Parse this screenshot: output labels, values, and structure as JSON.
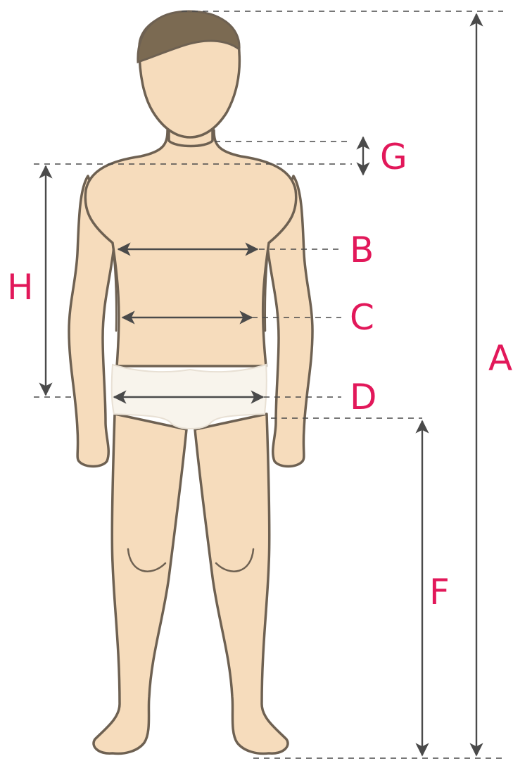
{
  "labels": {
    "A": "A",
    "B": "B",
    "C": "C",
    "D": "D",
    "F": "F",
    "G": "G",
    "H": "H"
  },
  "colors": {
    "label": "#e2185a",
    "skin": "#f6dcbc",
    "outline": "#6e6152",
    "hair": "#7b6a52",
    "underwear": "#f8f4ec",
    "guide": "#4a4a4a"
  }
}
